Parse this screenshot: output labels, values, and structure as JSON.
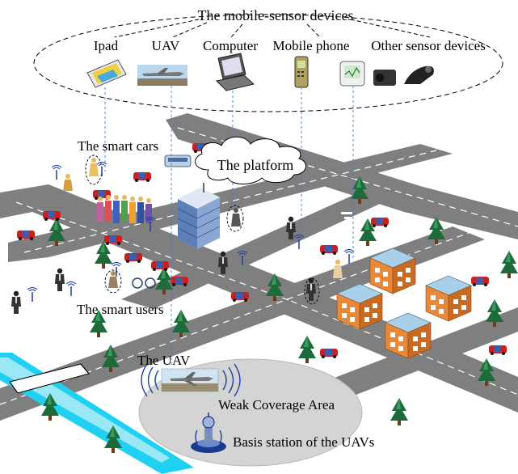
{
  "header": {
    "title": "The mobile-sensor devices",
    "devices": [
      {
        "label": "Ipad",
        "icon": "ipad-icon"
      },
      {
        "label": "UAV",
        "icon": "uav-icon"
      },
      {
        "label": "Computer",
        "icon": "computer-icon"
      },
      {
        "label": "Mobile phone",
        "icon": "mobile-phone-icon"
      },
      {
        "label": "Other sensor devices",
        "icon": "other-sensors-icon"
      }
    ]
  },
  "labels": {
    "smart_cars": "The smart cars",
    "platform": "The platform",
    "smart_users": "The smart users",
    "uav": "The UAV",
    "weak_area": "Weak Coverage Area",
    "base_station": "Basis station of the UAVs"
  },
  "colors": {
    "road": "#7f7f7f",
    "road_marking": "#ffffff",
    "river": "#1fd0f0",
    "tree": "#1d6b3a",
    "car": "#cc1f1f",
    "building": "#e8893a",
    "roof": "#a8d0e8",
    "coverage": "#d4d4d4"
  }
}
